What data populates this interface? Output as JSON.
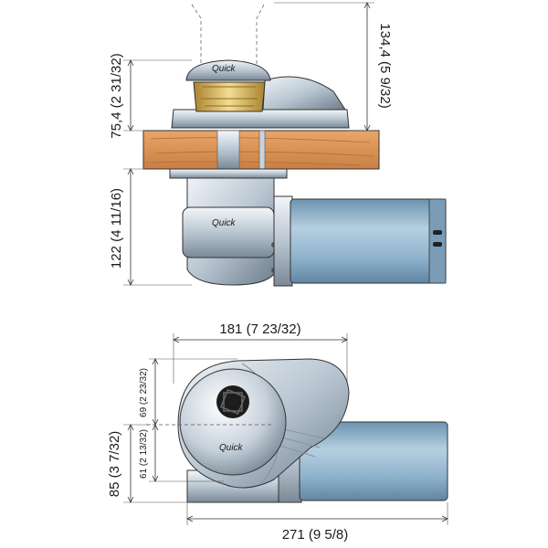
{
  "dimensions": {
    "side_view": {
      "total_height": "134,4 (5 9/32)",
      "above_deck": "75,4 (2 31/32)",
      "below_deck": "122 (4 11/16)"
    },
    "top_view": {
      "width_top": "181 (7 23/32)",
      "upper_offset": "69 (2 23/32)",
      "lower_offset": "61 (2 13/32)",
      "depth": "85 (3 7/32)",
      "total_length": "271 (9 5/8)"
    }
  },
  "labels": {
    "brand_top": "Quick",
    "brand_gearbox": "Quick",
    "brand_cover": "Quick"
  },
  "colors": {
    "deck": "#d9935a",
    "deck_dark": "#b36d35",
    "motor": "#8fb2cc",
    "motor_dark": "#5f86a3",
    "chrome": "#c9d3dc",
    "chrome_dark": "#7f8c98",
    "gypsy_gold": "#e0bf6a"
  }
}
